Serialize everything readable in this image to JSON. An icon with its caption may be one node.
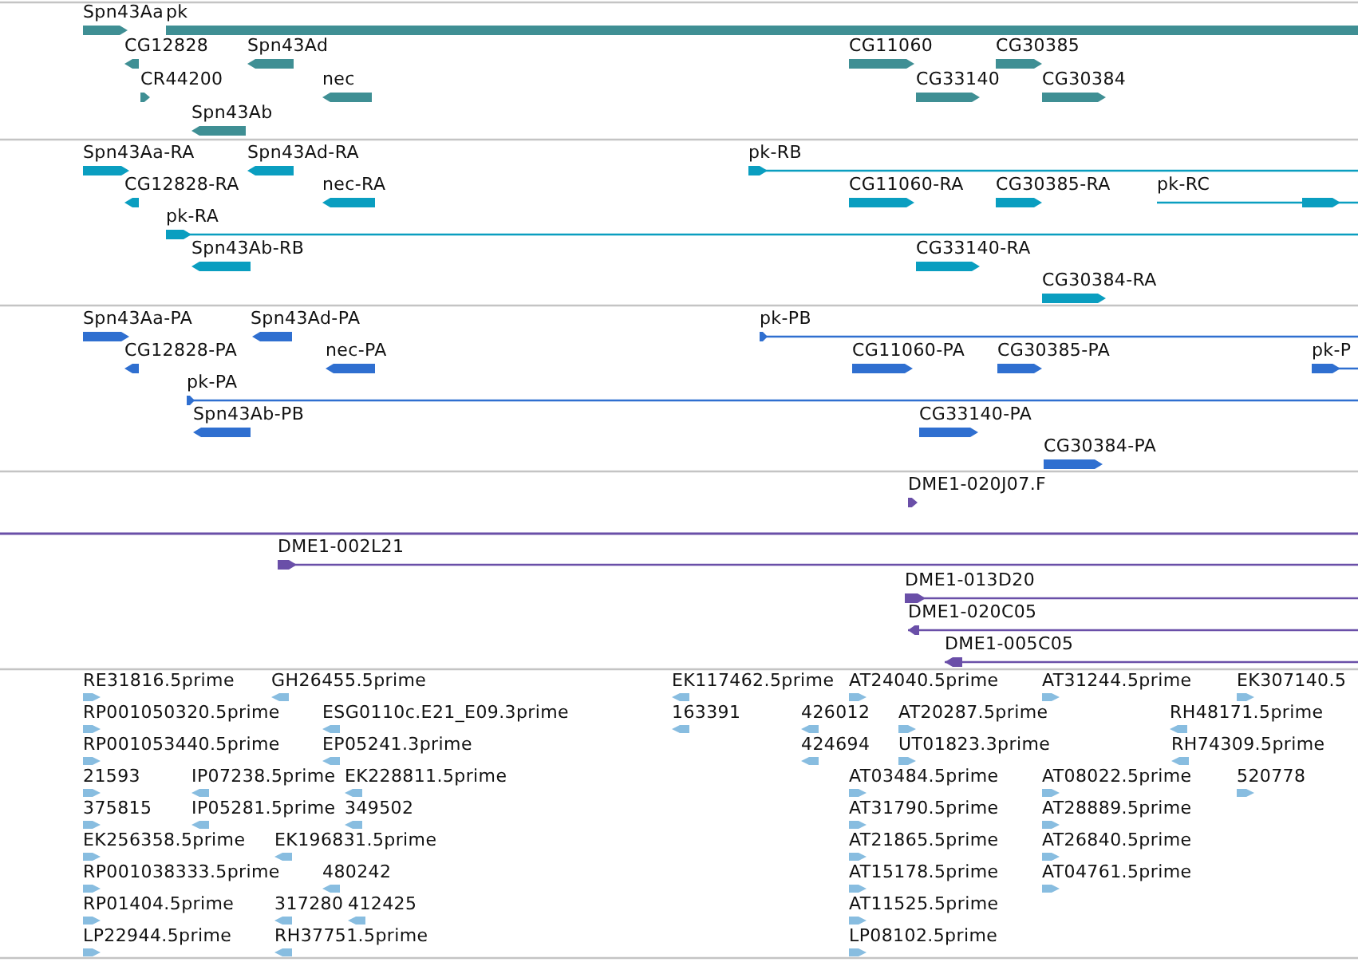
{
  "diagram": {
    "labels": [
      "Spn43Aa",
      "pk",
      "CG12828",
      "Spn43Ad",
      "CG11060",
      "CG30385",
      "CR44200",
      "nec",
      "CG33140",
      "CG30384",
      "Spn43Ab",
      "Spn43Aa-RA",
      "Spn43Ad-RA",
      "pk-RB",
      "CG12828-RA",
      "nec-RA",
      "CG11060-RA",
      "CG30385-RA",
      "pk-RC",
      "pk-RA",
      "Spn43Ab-RB",
      "CG33140-RA",
      "CG30384-RA",
      "Spn43Aa-PA",
      "Spn43Ad-PA",
      "pk-PB",
      "CG12828-PA",
      "nec-PA",
      "CG11060-PA",
      "CG30385-PA",
      "pk-P",
      "pk-PA",
      "Spn43Ab-PB",
      "CG33140-PA",
      "CG30384-PA",
      "DME1-020J07.F",
      "DME1-002L21",
      "DME1-013D20",
      "DME1-020C05",
      "DME1-005C05",
      "RE31816.5prime",
      "GH26455.5prime",
      "EK117462.5prime",
      "AT24040.5prime",
      "AT31244.5prime",
      "EK307140.5",
      "RP001050320.5prime",
      "ESG0110c.E21_E09.3prime",
      "163391",
      "426012",
      "AT20287.5prime",
      "RH48171.5prime",
      "RP001053440.5prime",
      "EP05241.3prime",
      "424694",
      "UT01823.3prime",
      "RH74309.5prime",
      "21593",
      "IP07238.5prime",
      "EK228811.5prime",
      "AT03484.5prime",
      "AT08022.5prime",
      "520778",
      "375815",
      "IP05281.5prime",
      "349502",
      "AT31790.5prime",
      "AT28889.5prime",
      "EK256358.5prime",
      "EK196831.5prime",
      "AT21865.5prime",
      "AT26840.5prime",
      "RP001038333.5prime",
      "480242",
      "AT15178.5prime",
      "AT04761.5prime",
      "RP01404.5prime",
      "317280",
      "412425",
      "AT11525.5prime",
      "LP22944.5prime",
      "RH37751.5prime",
      "LP08102.5prime"
    ]
  }
}
